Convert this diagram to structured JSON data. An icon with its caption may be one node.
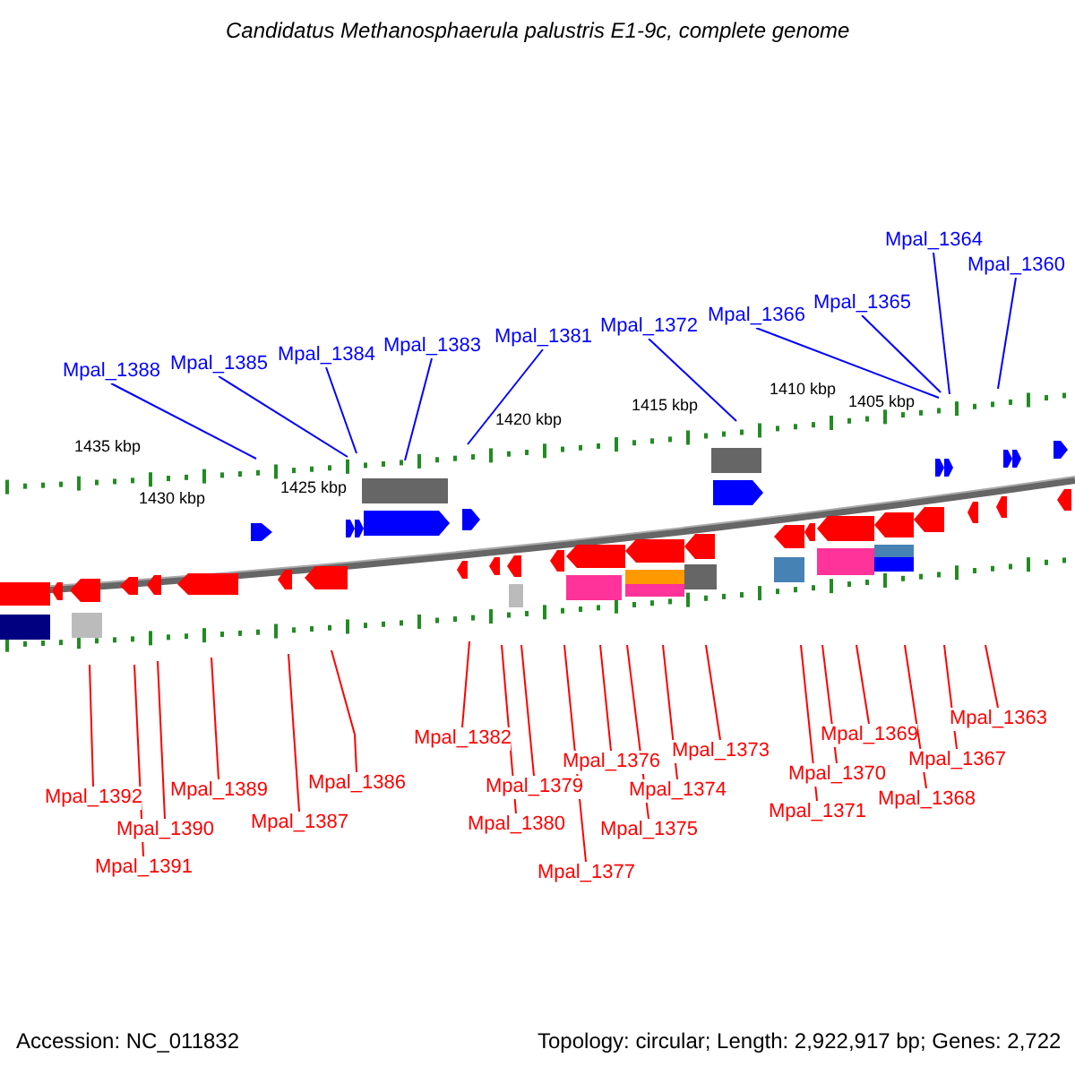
{
  "diagram": {
    "title": "Candidatus Methanosphaerula palustris E1-9c, complete genome",
    "nodes": [
      {
        "text": [
          "Mpal_1388"
        ]
      },
      {
        "text": [
          "Mpal_1385"
        ]
      },
      {
        "text": [
          "Mpal_1384"
        ]
      },
      {
        "text": [
          "Mpal_1383"
        ]
      },
      {
        "text": [
          "Mpal_1381"
        ]
      },
      {
        "text": [
          "Mpal_1372"
        ]
      },
      {
        "text": [
          "Mpal_1366"
        ]
      },
      {
        "text": [
          "Mpal_1365"
        ]
      },
      {
        "text": [
          "Mpal_1364"
        ]
      },
      {
        "text": [
          "Mpal_1360"
        ]
      },
      {
        "text": [
          "Mpal_1392"
        ]
      },
      {
        "text": [
          "Mpal_1391"
        ]
      },
      {
        "text": [
          "Mpal_1390"
        ]
      },
      {
        "text": [
          "Mpal_1389"
        ]
      },
      {
        "text": [
          "Mpal_1387"
        ]
      },
      {
        "text": [
          "Mpal_1386"
        ]
      },
      {
        "text": [
          "Mpal_1382"
        ]
      },
      {
        "text": [
          "Mpal_1380"
        ]
      },
      {
        "text": [
          "Mpal_1379"
        ]
      },
      {
        "text": [
          "Mpal_1377"
        ]
      },
      {
        "text": [
          "Mpal_1376"
        ]
      },
      {
        "text": [
          "Mpal_1375"
        ]
      },
      {
        "text": [
          "Mpal_1374"
        ]
      },
      {
        "text": [
          "Mpal_1373"
        ]
      },
      {
        "text": [
          "Mpal_1371"
        ]
      },
      {
        "text": [
          "Mpal_1370"
        ]
      },
      {
        "text": [
          "Mpal_1369"
        ]
      },
      {
        "text": [
          "Mpal_1368"
        ]
      },
      {
        "text": [
          "Mpal_1367"
        ]
      },
      {
        "text": [
          "Mpal_1363"
        ]
      }
    ],
    "edges": [
      {
        "from": 0,
        "to": null,
        "arrow": "none",
        "color": "#0000ff"
      },
      {
        "from": 1,
        "to": null,
        "arrow": "none",
        "color": "#0000ff"
      },
      {
        "from": 2,
        "to": null,
        "arrow": "none",
        "color": "#0000ff"
      },
      {
        "from": 3,
        "to": null,
        "arrow": "none",
        "color": "#0000ff"
      },
      {
        "from": 4,
        "to": null,
        "arrow": "none",
        "color": "#0000ff"
      },
      {
        "from": 5,
        "to": null,
        "arrow": "none",
        "color": "#0000ff"
      },
      {
        "from": 6,
        "to": null,
        "arrow": "none",
        "color": "#0000ff"
      },
      {
        "from": 7,
        "to": null,
        "arrow": "none",
        "color": "#0000ff"
      },
      {
        "from": 8,
        "to": null,
        "arrow": "none",
        "color": "#0000ff"
      },
      {
        "from": 9,
        "to": null,
        "arrow": "none",
        "color": "#0000ff"
      },
      {
        "from": 10,
        "to": null,
        "arrow": "none"
      },
      {
        "from": 11,
        "to": null,
        "arrow": "none"
      },
      {
        "from": 12,
        "to": null,
        "arrow": "none"
      },
      {
        "from": 13,
        "to": null,
        "arrow": "none"
      },
      {
        "from": 14,
        "to": null,
        "arrow": "none"
      },
      {
        "from": 15,
        "to": null,
        "arrow": "none"
      },
      {
        "from": 16,
        "to": null,
        "arrow": "none"
      },
      {
        "from": 17,
        "to": null,
        "arrow": "none"
      },
      {
        "from": 18,
        "to": null,
        "arrow": "none"
      },
      {
        "from": 19,
        "to": null,
        "arrow": "none"
      },
      {
        "from": 20,
        "to": null,
        "arrow": "none"
      },
      {
        "from": 21,
        "to": null,
        "arrow": "none"
      },
      {
        "from": 22,
        "to": null,
        "arrow": "none"
      },
      {
        "from": 23,
        "to": null,
        "arrow": "none"
      },
      {
        "from": 24,
        "to": null,
        "arrow": "none"
      },
      {
        "from": 25,
        "to": null,
        "arrow": "none"
      },
      {
        "from": 26,
        "to": null,
        "arrow": "none"
      },
      {
        "from": 27,
        "to": null,
        "arrow": "none"
      },
      {
        "from": 28,
        "to": null,
        "arrow": "none"
      },
      {
        "from": 29,
        "to": null,
        "arrow": "none"
      }
    ],
    "labels": [
      "1435 kbp",
      "1430 kbp",
      "1425 kbp",
      "1420 kbp",
      "1415 kbp",
      "1410 kbp",
      "1405 kbp",
      "Accession: NC_011832",
      "Topology: circular; Length: 2,922,917 bp; Genes: 2,722"
    ]
  }
}
